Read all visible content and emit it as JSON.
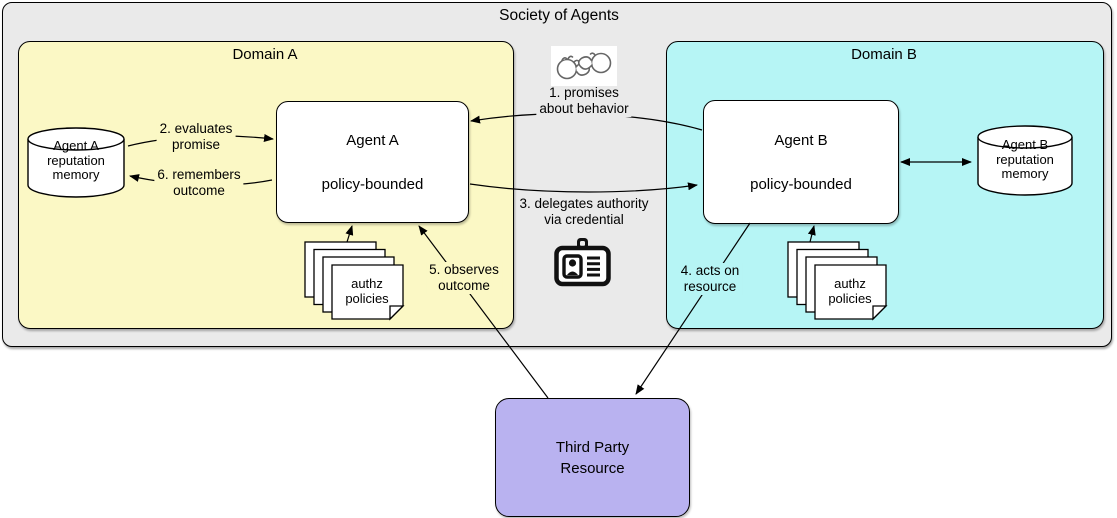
{
  "colors": {
    "container": "#EAEAEA",
    "domain-a": "#FBF8C5",
    "domain-b": "#B6F5F5",
    "resource": "#B9B2F0",
    "shape": "#FFFFFF",
    "ink": "#000000"
  },
  "diagram": {
    "title": "Society of Agents",
    "domain_a": {
      "title": "Domain A",
      "agent": {
        "name": "Agent A",
        "trait": "policy-bounded"
      },
      "reputation_memory": {
        "lines": [
          "Agent A",
          "reputation",
          "memory"
        ]
      },
      "authz_policies": {
        "lines": [
          "authz",
          "policies"
        ]
      }
    },
    "domain_b": {
      "title": "Domain B",
      "agent": {
        "name": "Agent B",
        "trait": "policy-bounded"
      },
      "reputation_memory": {
        "lines": [
          "Agent B",
          "reputation",
          "memory"
        ]
      },
      "authz_policies": {
        "lines": [
          "authz",
          "policies"
        ]
      }
    },
    "third_party_resource": {
      "lines": [
        "Third Party",
        "Resource"
      ]
    },
    "interactions": {
      "promises": {
        "label_lines": [
          "1. promises",
          "about behavior"
        ],
        "icon": "pinky-promise-icon"
      },
      "evaluates": {
        "label_lines": [
          "2. evaluates",
          "promise"
        ]
      },
      "delegates": {
        "label_lines": [
          "3. delegates authority",
          "via credential"
        ],
        "icon": "id-badge-icon"
      },
      "acts": {
        "label_lines": [
          "4. acts on",
          "resource"
        ]
      },
      "observes": {
        "label_lines": [
          "5. observes",
          "outcome"
        ]
      },
      "remembers": {
        "label_lines": [
          "6. remembers",
          "outcome"
        ]
      }
    }
  }
}
